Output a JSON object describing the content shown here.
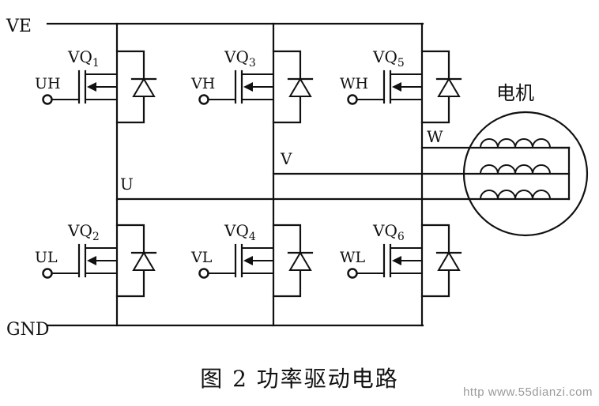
{
  "rails": {
    "top_label": "VE",
    "bottom_label": "GND"
  },
  "phases": {
    "u": "U",
    "v": "V",
    "w": "W"
  },
  "motor": {
    "label": "电机"
  },
  "transistors": [
    {
      "id": "VQ1",
      "prefix": "VQ",
      "sub": "1",
      "gate": "UH"
    },
    {
      "id": "VQ3",
      "prefix": "VQ",
      "sub": "3",
      "gate": "VH"
    },
    {
      "id": "VQ5",
      "prefix": "VQ",
      "sub": "5",
      "gate": "WH"
    },
    {
      "id": "VQ2",
      "prefix": "VQ",
      "sub": "2",
      "gate": "UL"
    },
    {
      "id": "VQ4",
      "prefix": "VQ",
      "sub": "4",
      "gate": "VL"
    },
    {
      "id": "VQ6",
      "prefix": "VQ",
      "sub": "6",
      "gate": "WL"
    }
  ],
  "caption": "图 2  功率驱动电路",
  "watermark": "http www.55dianzi.com"
}
